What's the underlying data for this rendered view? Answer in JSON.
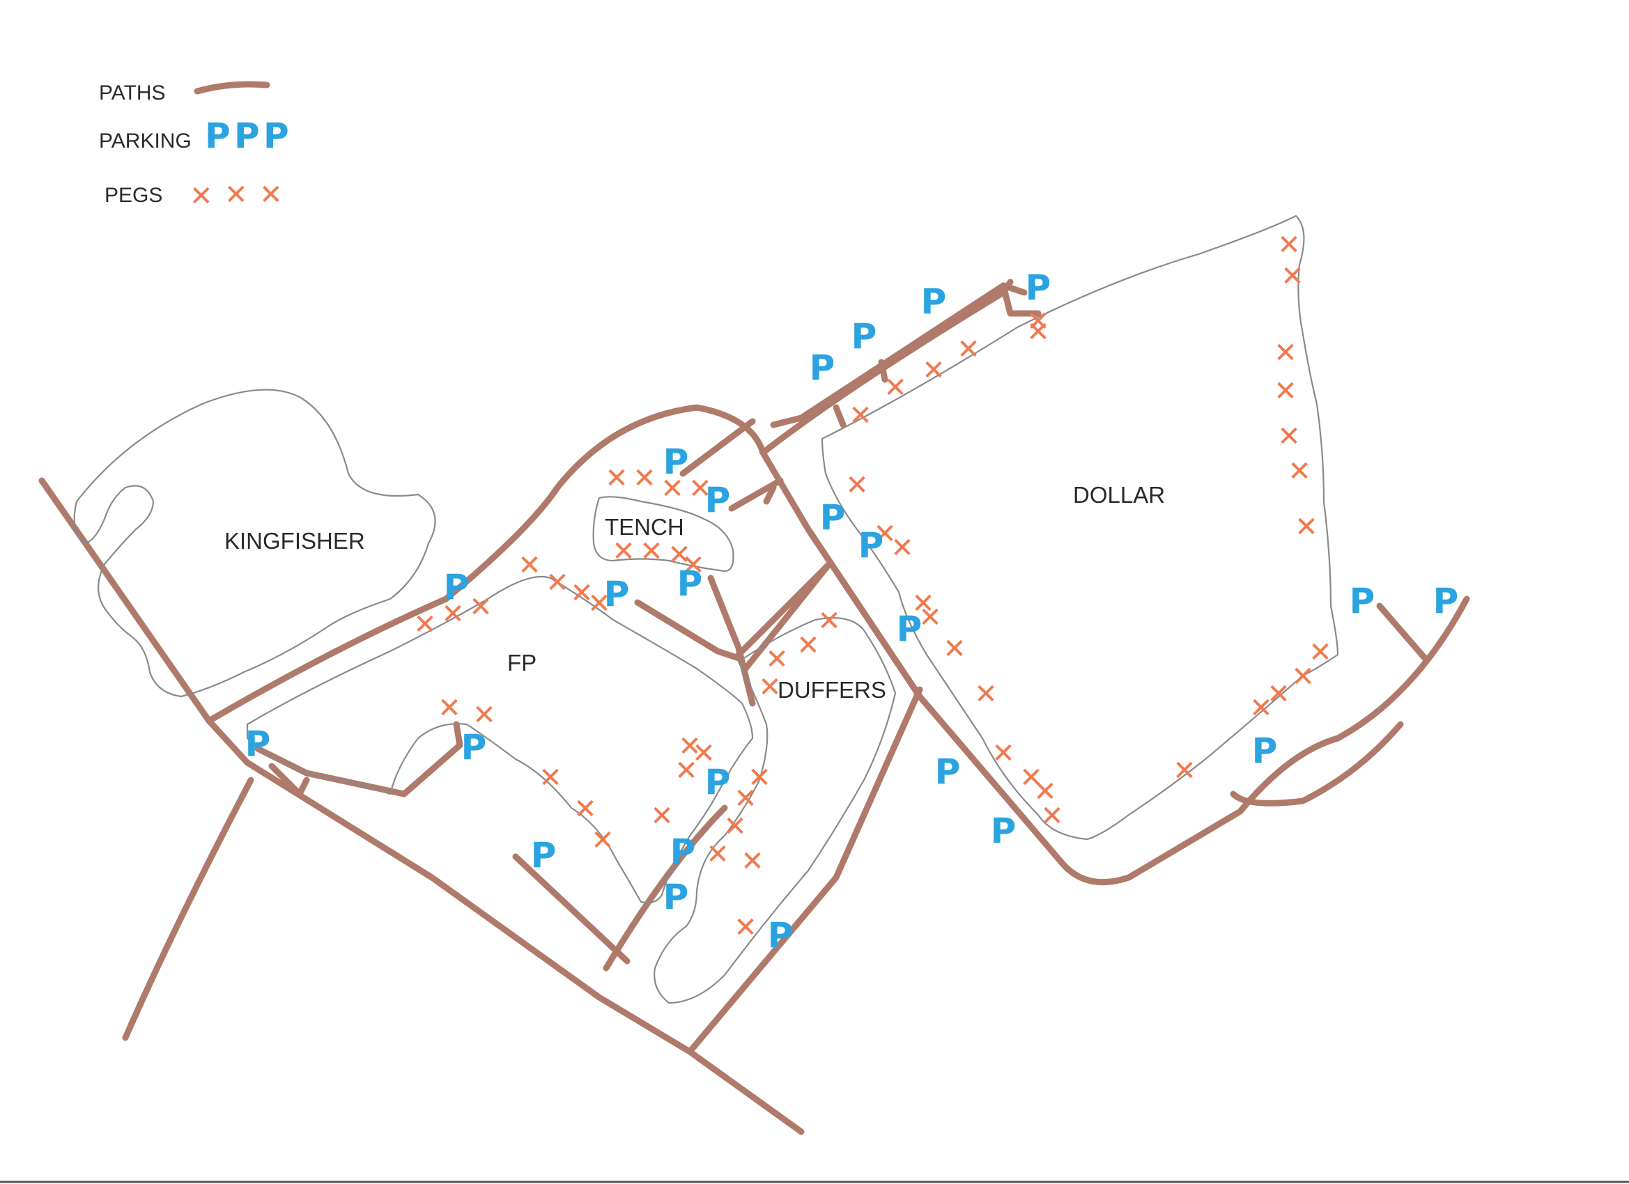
{
  "legend": {
    "paths_label": "PATHS",
    "parking_label": "PARKING",
    "parking_symbol": "P",
    "pegs_label": "PEGS",
    "peg_symbol": "✕"
  },
  "lakes": {
    "kingfisher": "KINGFISHER",
    "tench": "TENCH",
    "fp": "FP",
    "duffers": "DUFFERS",
    "dollar": "DOLLAR"
  },
  "colors": {
    "path": "#b07a6a",
    "parking": "#2aa3e0",
    "pegs": "#f07a4f",
    "lake_outline": "#8a8a8a"
  },
  "icons": {
    "path": "brown-line-icon",
    "parking": "parking-p-icon",
    "peg": "orange-cross-icon"
  }
}
